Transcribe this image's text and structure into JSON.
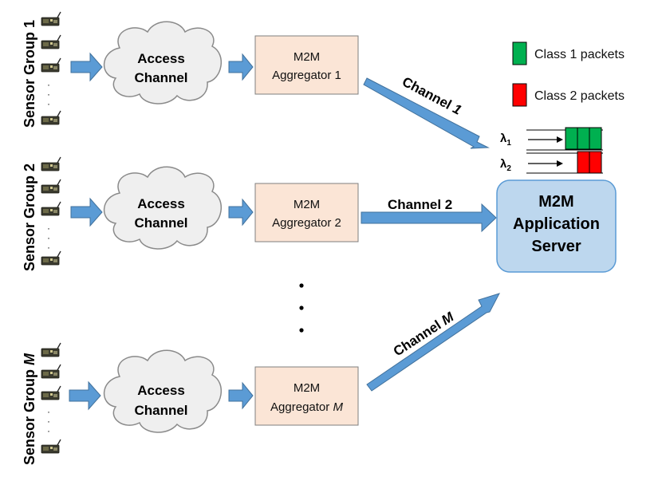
{
  "colors": {
    "arrow_fill": "#5b9bd5",
    "arrow_stroke": "#41719c",
    "cloud_fill": "#efefef",
    "cloud_stroke": "#8a8a8a",
    "aggregator_fill": "#fbe5d6",
    "aggregator_stroke": "#7f7f7f",
    "server_fill": "#bdd7ee",
    "server_stroke": "#5b9bd5",
    "class1": "#00b050",
    "class2": "#ff0000"
  },
  "sensor_groups": [
    {
      "label": "Sensor Group 1",
      "label_main": "Sensor Group ",
      "label_suffix": "1",
      "suffix_italic": false
    },
    {
      "label": "Sensor Group 2",
      "label_main": "Sensor Group ",
      "label_suffix": "2",
      "suffix_italic": false
    },
    {
      "label": "Sensor Group M",
      "label_main": "Sensor Group ",
      "label_suffix": "M",
      "suffix_italic": true
    }
  ],
  "access_channel": {
    "line1": "Access",
    "line2": "Channel"
  },
  "aggregators": [
    {
      "line1": "M2M",
      "line2_main": "Aggregator ",
      "line2_suffix": "1",
      "suffix_italic": false
    },
    {
      "line1": "M2M",
      "line2_main": "Aggregator ",
      "line2_suffix": "2",
      "suffix_italic": false
    },
    {
      "line1": "M2M",
      "line2_main": "Aggregator ",
      "line2_suffix": "M",
      "suffix_italic": true
    }
  ],
  "channels": [
    {
      "main": "Channel ",
      "suffix": "1",
      "suffix_italic": true
    },
    {
      "main": "Channel ",
      "suffix": "2",
      "suffix_italic": false
    },
    {
      "main": "Channel ",
      "suffix": "M",
      "suffix_italic": true
    }
  ],
  "server": {
    "line1": "M2M",
    "line2": "Application",
    "line3": "Server"
  },
  "legend": {
    "class1": "Class 1 packets",
    "class2": "Class 2 packets"
  },
  "queues": {
    "lambda1_symbol": "λ",
    "lambda1_sub": "1",
    "lambda2_symbol": "λ",
    "lambda2_sub": "2",
    "class1_packets": 3,
    "class2_packets": 2
  },
  "ellipsis": "⋮"
}
